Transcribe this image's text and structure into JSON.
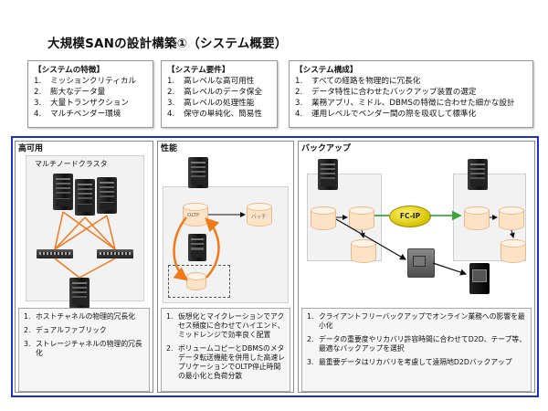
{
  "title": "大規模SANの設計構築①（システム概要）",
  "features": {
    "heading": "【システムの特徴】",
    "items": [
      {
        "num": "1.",
        "text": "ミッションクリティカル"
      },
      {
        "num": "2.",
        "text": "膨大なデータ量"
      },
      {
        "num": "3.",
        "text": "大量トランザクション"
      },
      {
        "num": "4.",
        "text": "マルチベンダー環境"
      }
    ]
  },
  "requirements": {
    "heading": "【システム要件】",
    "items": [
      {
        "num": "1.",
        "text": "高レベルな高可用性"
      },
      {
        "num": "2.",
        "text": "高レベルのデータ保全"
      },
      {
        "num": "3.",
        "text": "高レベルの処理性能"
      },
      {
        "num": "4.",
        "text": "保守の単純化、簡易性"
      }
    ]
  },
  "composition": {
    "heading": "【システム構成】",
    "items": [
      {
        "num": "1.",
        "text": "すべての経路を物理的に冗長化"
      },
      {
        "num": "2.",
        "text": "データ特性に合わせたバックアップ装置の選定"
      },
      {
        "num": "3.",
        "text": "業務アプリ、ミドル、DBMSの特徴に合わせた細かな設計"
      },
      {
        "num": "4.",
        "text": "運用レベルでベンダー間の際を吸収して標準化"
      }
    ]
  },
  "panels": {
    "ha": {
      "title": "高可用",
      "cluster_label": "マルチノードクラスタ",
      "notes": [
        {
          "num": "1.",
          "text": "ホストチャネルの物理的冗長化"
        },
        {
          "num": "2.",
          "text": "デュアルファブリック"
        },
        {
          "num": "3.",
          "text": "ストレージチャネルの物理的冗長化"
        }
      ]
    },
    "perf": {
      "title": "性能",
      "labels": {
        "oltp": "OLTP",
        "batch": "バッチ"
      },
      "notes": [
        {
          "num": "1.",
          "text": "仮想化とマイクレーションでアクセス頻度に合わせてハイエンド、ミッドレンジで効率良く配置"
        },
        {
          "num": "2.",
          "text": "ボリュームコピーとDBMSのメタデータ転送機能を併用した高速レプリケーションでOLTP停止時間の最小化と負荷分散"
        }
      ]
    },
    "backup": {
      "title": "バックアップ",
      "link_label": "FC-IP",
      "notes": [
        {
          "num": "1.",
          "text": "クライアントフリーバックアップでオンライン業務への影響を最小化"
        },
        {
          "num": "2.",
          "text": "データの重要度やリカバリ許容時間に合わせてD2D、テープ等、最適なバックアップを選択"
        },
        {
          "num": "3.",
          "text": "最重要データはリカバリを考慮して遠隔地D2Dバックアップ"
        }
      ]
    }
  },
  "colors": {
    "frame": "#1c2fd6",
    "arrow_orange": "#f07a1a",
    "arrow_black": "#111111",
    "link_green": "#3da63d"
  }
}
